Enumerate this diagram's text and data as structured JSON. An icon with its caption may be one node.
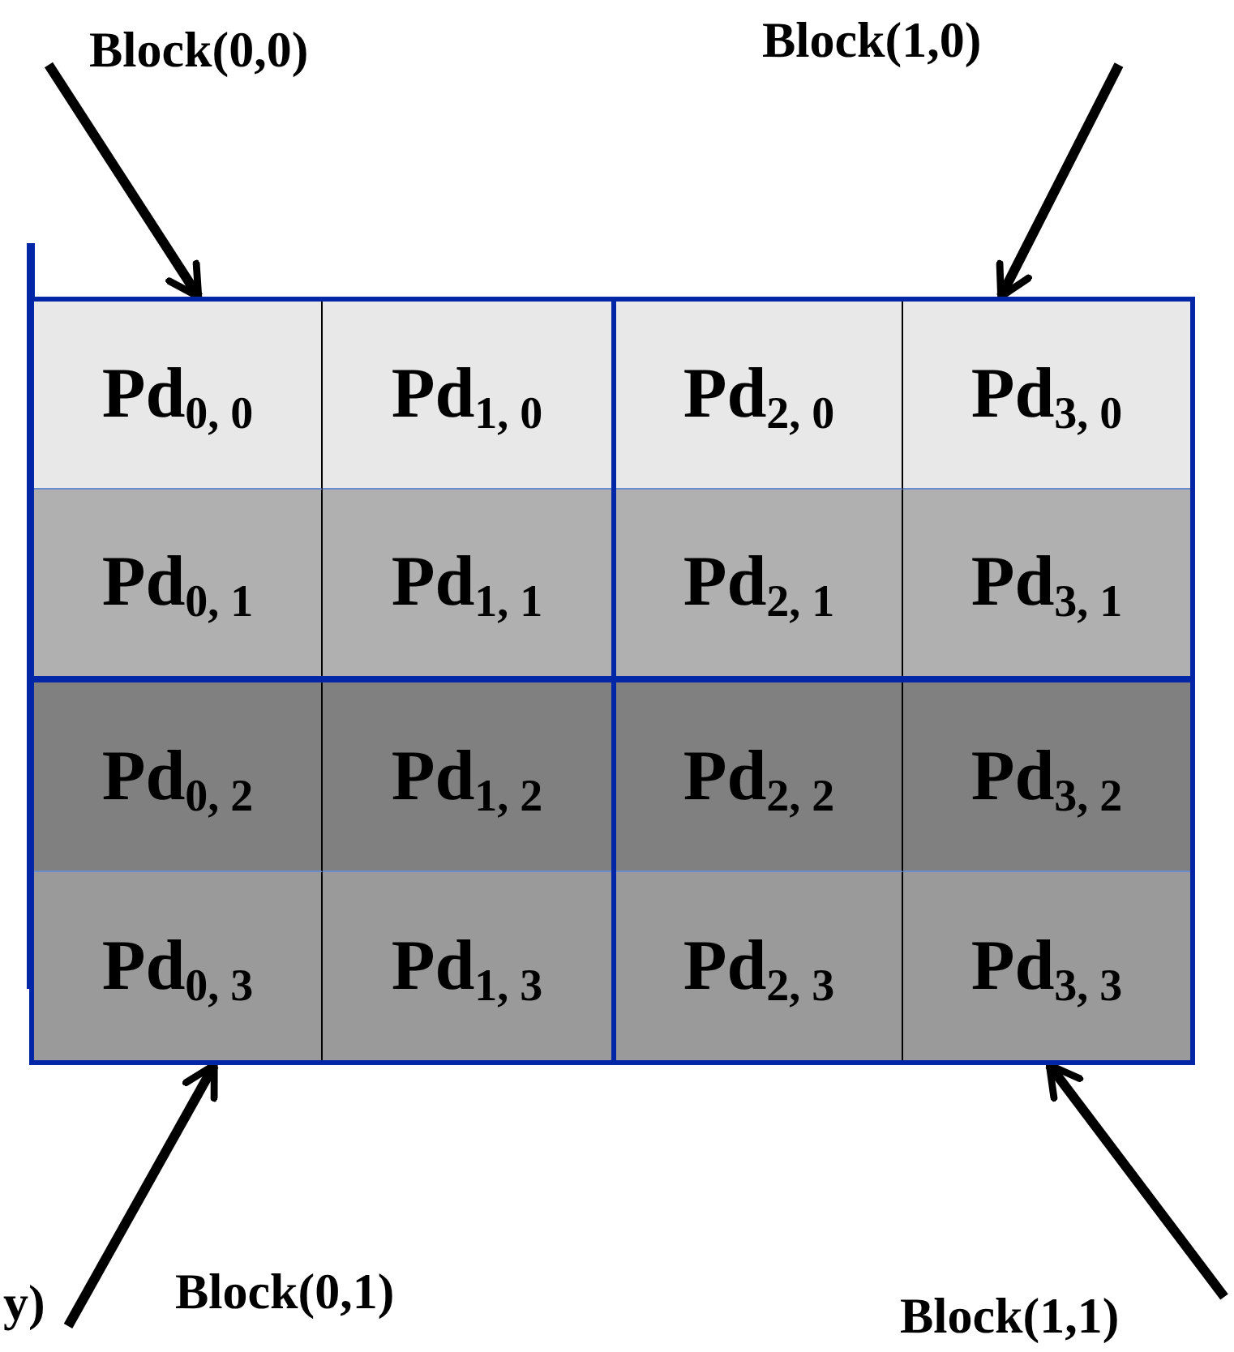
{
  "diagram": {
    "nodes": [
      {
        "text": [],
        "shape": "box"
      },
      {
        "text": [
          "Pd$_{0, 0}$"
        ],
        "in": 0
      },
      {
        "text": [
          "Pd$_{1, 0}$"
        ],
        "in": 0
      },
      {
        "text": [
          "Pd$_{0, 1}$"
        ],
        "in": 0
      },
      {
        "text": [
          "Pd$_{1, 1}$"
        ],
        "in": 0
      },
      {
        "text": [],
        "shape": "box"
      },
      {
        "text": [
          "Pd$_{2, 0}$"
        ],
        "in": 5
      },
      {
        "text": [
          "Pd$_{3, 0}$"
        ],
        "in": 5
      },
      {
        "text": [
          "Pd$_{2, 1}$"
        ],
        "in": 5
      },
      {
        "text": [
          "Pd$_{3, 1}$"
        ],
        "in": 5
      },
      {
        "text": [],
        "shape": "box"
      },
      {
        "text": [
          "Pd$_{0, 2}$"
        ],
        "in": 10
      },
      {
        "text": [
          "Pd$_{1, 2}$"
        ],
        "in": 10
      },
      {
        "text": [
          "Pd$_{0, 3}$"
        ],
        "in": 10
      },
      {
        "text": [
          "Pd$_{1, 3}$"
        ],
        "in": 10
      },
      {
        "text": [],
        "shape": "box"
      },
      {
        "text": [
          "Pd$_{2, 2}$"
        ],
        "in": 15
      },
      {
        "text": [
          "Pd$_{3, 2}$"
        ],
        "in": 15
      },
      {
        "text": [
          "Pd$_{2, 3}$"
        ],
        "in": 15
      },
      {
        "text": [
          "Pd$_{3, 3}$"
        ],
        "in": 15
      }
    ],
    "edges": [
      {
        "from": null,
        "to": 0,
        "arrow": "to"
      },
      {
        "from": null,
        "to": 5,
        "arrow": "to"
      },
      {
        "from": null,
        "to": 10,
        "arrow": "to"
      },
      {
        "from": null,
        "to": 15,
        "arrow": "to"
      }
    ],
    "labels": [
      "Block(0,0)",
      "Block(1,0)",
      "y)",
      "Block(0,1)",
      "Block(1,1)"
    ]
  }
}
